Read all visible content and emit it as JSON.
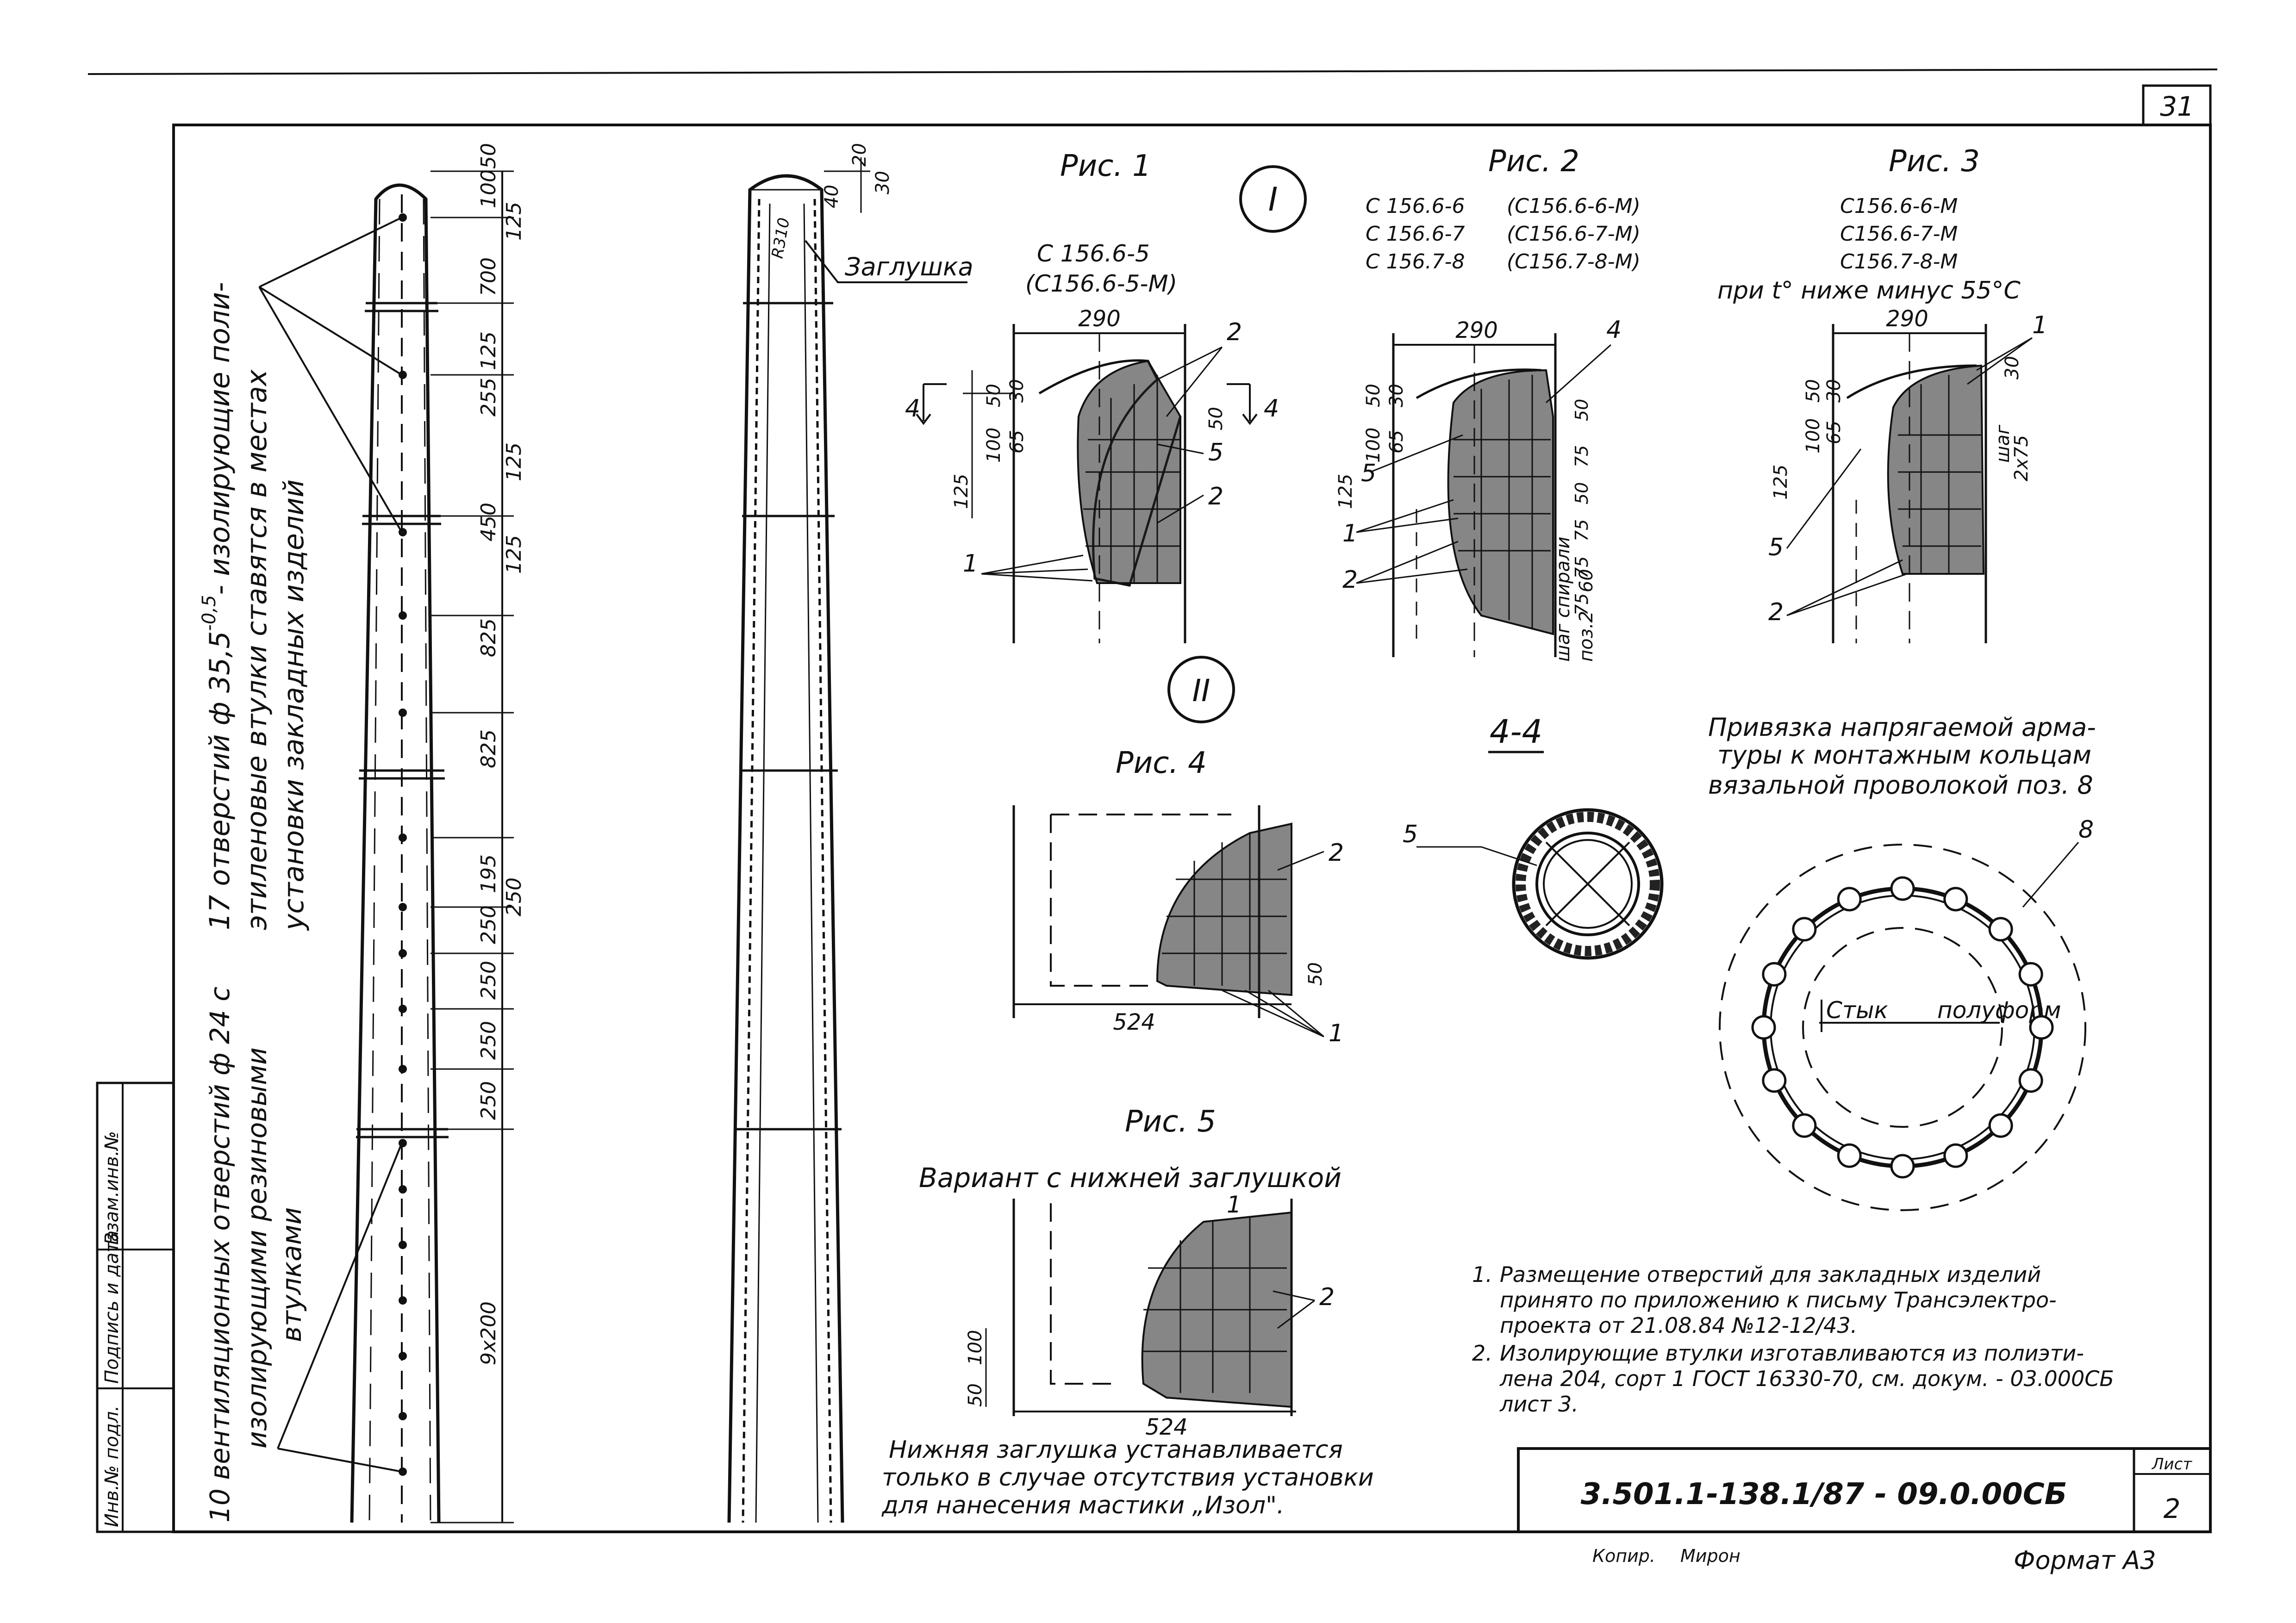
{
  "sheet": {
    "page_number": "31",
    "designation": "3.501.1-138.1/87 - 09.0.00СБ",
    "list_label": "Лист",
    "list_number": "2",
    "copied_label": "Копир.",
    "copied_signature": "Мирон",
    "format_label": "Формат А3",
    "stamp_col1": "Инв.№ подл.",
    "stamp_col2": "Подпись и дата",
    "stamp_col3": "Взам.инв.№"
  },
  "pole": {
    "holes_note_line1": "17 отверстий ф 35,5",
    "holes_note_sup": "-0,5",
    "holes_note_line1_tail": "- изолирующие поли-",
    "holes_note_line2": "этиленовые втулки ставятся в местах",
    "holes_note_line3": "установки закладных изделий",
    "vent_note_line1": "10 вентиляционных отверстий ф 24 с",
    "vent_note_line2": "изолирующими резиновыми",
    "vent_note_line3": "втулками",
    "dims": [
      "50",
      "100",
      "125",
      "700",
      "125",
      "255",
      "125",
      "450",
      "125",
      "825",
      "825",
      "195",
      "250",
      "250",
      "250",
      "250",
      "250",
      "9х200"
    ],
    "plug_label": "Заглушка",
    "plug_dims": [
      "20",
      "30",
      "40"
    ],
    "plug_radius": "R310"
  },
  "callouts": {
    "one": "I",
    "two": "II"
  },
  "fig1": {
    "title": "Рис. 1",
    "mark1": "С 156.6-5",
    "mark2": "(С156.6-5-М)",
    "dim_width": "290",
    "dims_left": [
      "100",
      "50",
      "30",
      "65",
      "125"
    ],
    "dim_right": "50",
    "section_mark": "4",
    "pos_labels": [
      "2",
      "5",
      "2",
      "1"
    ]
  },
  "fig2": {
    "title": "Рис. 2",
    "marks_left": [
      "С 156.6-6",
      "С 156.6-7",
      "С 156.7-8"
    ],
    "marks_right": [
      "(С156.6-6-М)",
      "(С156.6-7-М)",
      "(С156.7-8-М)"
    ],
    "dim_width": "290",
    "dims_left": [
      "100",
      "50",
      "30",
      "65",
      "125"
    ],
    "dims_right": [
      "50",
      "75",
      "50",
      "75",
      "75",
      "75"
    ],
    "pitch_note_line1": "шаг спирали",
    "pitch_note_line2": "поз.2 - 60",
    "pos_labels": [
      "4",
      "5",
      "1",
      "2"
    ]
  },
  "fig3": {
    "title": "Рис. 3",
    "marks": [
      "С156.6-6-М",
      "С156.6-7-М",
      "С156.7-8-М"
    ],
    "condition": "при t° ниже минус 55°С",
    "dim_width": "290",
    "dims_left": [
      "100",
      "50",
      "30",
      "65",
      "125"
    ],
    "dims_right": [
      "30",
      "шаг",
      "2х75"
    ],
    "pos_labels": [
      "1",
      "5",
      "2"
    ]
  },
  "fig4": {
    "title": "Рис. 4",
    "dim_width": "524",
    "dim_side": "50",
    "pos_labels": [
      "2",
      "1"
    ]
  },
  "fig5": {
    "title": "Рис. 5",
    "subtitle": "Вариант с нижней заглушкой",
    "dim_width": "524",
    "dims_left": [
      "100",
      "50"
    ],
    "pos_labels": [
      "1",
      "2"
    ],
    "note_line1": "Нижняя заглушка устанавливается",
    "note_line2": "только в случае отсутствия установки",
    "note_line3": "для нанесения мастики „Изол\"."
  },
  "section44": {
    "title": "4-4",
    "pos_label": "5"
  },
  "ring": {
    "title_line1": "Привязка напрягаемой арма-",
    "title_line2": "туры к монтажным кольцам",
    "title_line3": "вязальной проволокой поз. 8",
    "pos_label": "8",
    "joint_label1": "Стык",
    "joint_label2": "полуформ"
  },
  "notes": {
    "items": [
      {
        "num": "1.",
        "lines": [
          "Размещение отверстий для закладных изделий",
          "принято по приложению к письму Трансэлектро-",
          "проекта от 21.08.84 №12-12/43."
        ]
      },
      {
        "num": "2.",
        "lines": [
          "Изолирующие втулки изготавливаются из полиэти-",
          "лена 204, сорт 1 ГОСТ 16330-70, см. докум. - 03.000СБ",
          "лист 3."
        ]
      }
    ]
  }
}
